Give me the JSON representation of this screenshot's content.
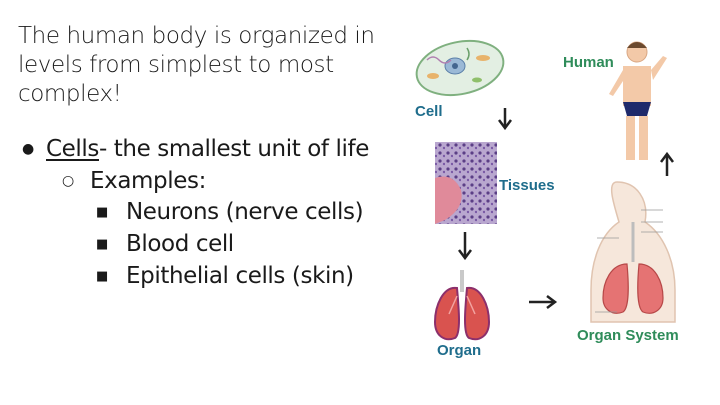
{
  "intro": {
    "line1": "The human body is organized in",
    "line2": "levels from simplest to most",
    "line3": "complex!"
  },
  "bullet": {
    "term": "Cells",
    "rest": "- the smallest unit of life",
    "sub_label": "Examples:",
    "examples": [
      "Neurons (nerve cells)",
      "Blood cell",
      "Epithelial cells (skin)"
    ]
  },
  "diagram": {
    "labels": {
      "cell": "Cell",
      "tissues": "Tissues",
      "organ": "Organ",
      "organ_system": "Organ System",
      "human": "Human"
    },
    "colors": {
      "label_blue": "#1f6d8c",
      "label_green": "#2f8c5a",
      "lung_red": "#d9534f",
      "tissue_purple": "#8a6bb0",
      "skin": "#f3c9a8"
    }
  }
}
